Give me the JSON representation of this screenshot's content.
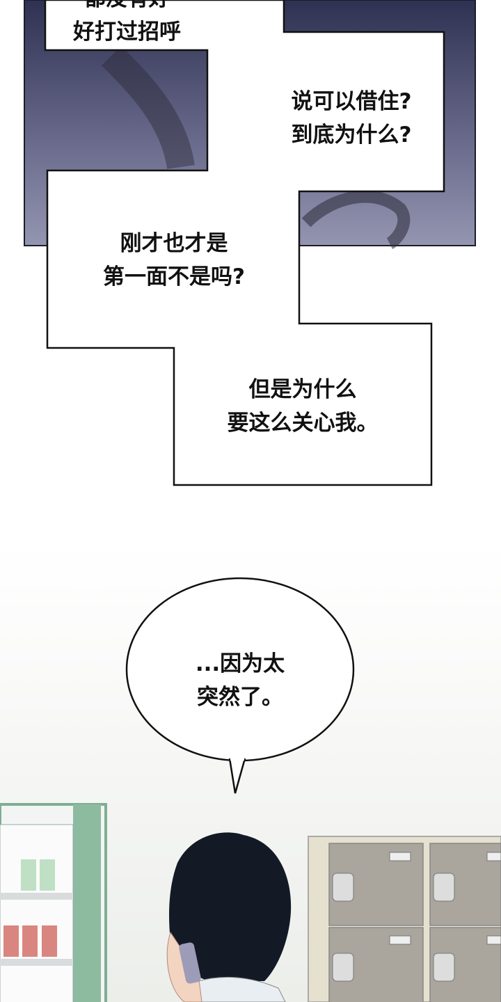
{
  "captions": [
    {
      "lines": [
        "都没有好",
        "好打过招呼"
      ]
    },
    {
      "lines": [
        "说可以借住?",
        "到底为什么?"
      ]
    },
    {
      "lines": [
        "刚才也才是",
        "第一面不是吗?"
      ]
    },
    {
      "lines": [
        "但是为什么",
        "要这么关心我。"
      ]
    }
  ],
  "speech_bubble": {
    "lines": [
      "...因为太",
      "突然了。"
    ]
  },
  "colors": {
    "night_panel": "#3b3d5c",
    "fridge_frame": "#7fae93",
    "locker": "#a9a49c",
    "hair": "#131a26"
  }
}
